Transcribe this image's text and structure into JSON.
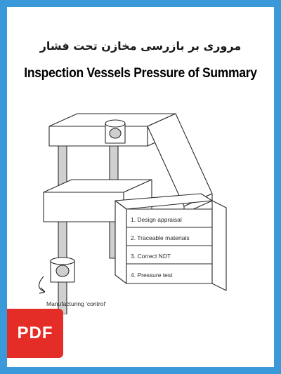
{
  "cover": {
    "title_fa": "مروری بر بازرسی مخازن تحت فشار",
    "title_en": "Inspection Vessels Pressure of Summary"
  },
  "figure": {
    "layers": [
      "1. Design appraisal",
      "2. Traceable materials",
      "3. Correct NDT",
      "4. Pressure test"
    ],
    "caption": "Manufacturing 'control'"
  },
  "badge": {
    "label": "PDF"
  },
  "colors": {
    "border": "#3a9ad9",
    "badge": "#e52d27"
  }
}
